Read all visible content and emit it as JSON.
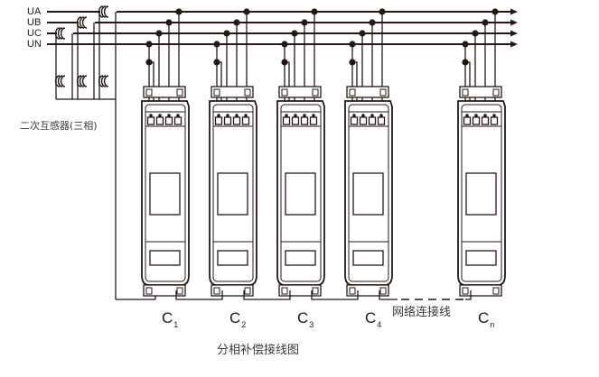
{
  "title": "分相补偿接线图",
  "ct_label": "二次互感器(三相)",
  "network_label": "网络连接线",
  "phases": [
    {
      "id": "UA",
      "label": "UA"
    },
    {
      "id": "UB",
      "label": "UB"
    },
    {
      "id": "UC",
      "label": "UC"
    },
    {
      "id": "UN",
      "label": "UN"
    }
  ],
  "modules": [
    {
      "name": "C",
      "sub": "1"
    },
    {
      "name": "C",
      "sub": "2"
    },
    {
      "name": "C",
      "sub": "3"
    },
    {
      "name": "C",
      "sub": "4"
    },
    {
      "name": "C",
      "sub": "n"
    }
  ],
  "colors": {
    "line": "#231815",
    "text": "#3a3a3a"
  }
}
